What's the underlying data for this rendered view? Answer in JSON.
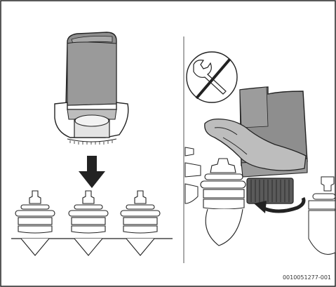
{
  "figure": {
    "reference_code": "0010051277-001"
  },
  "colors": {
    "border": "#222222",
    "outline": "#222222",
    "dark_grey": "#8a8a8a",
    "mid_grey": "#b4b4b4",
    "light_grey": "#dedede",
    "arrow": "#222222"
  },
  "icons": {
    "left_panel": "place-actuator-onto-valve-illustration",
    "right_panel": "hand-tighten-ring-illustration",
    "warning": "no-wrench-icon",
    "arrow_down": "arrow-down-icon",
    "arrow_rotate": "rotate-arrow-icon"
  }
}
